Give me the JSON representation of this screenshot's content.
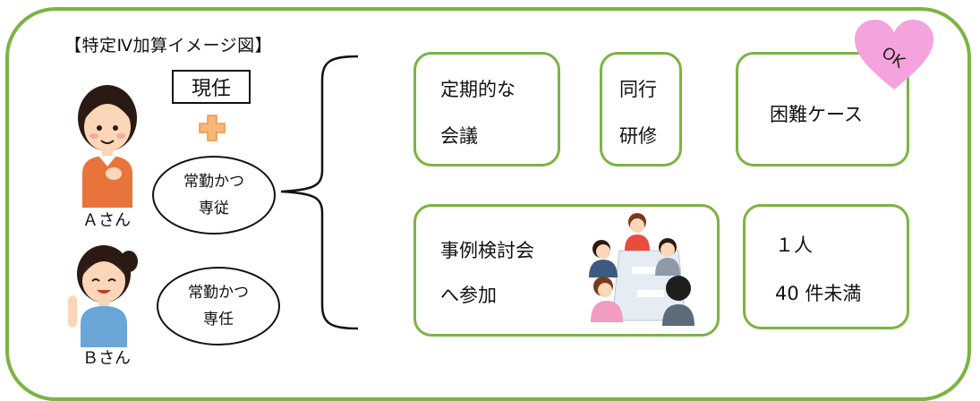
{
  "title": "【特定Ⅳ加算イメージ図】",
  "current_label": "現任",
  "person_a": {
    "name": "Ａさん",
    "status_lines": [
      "常勤かつ",
      "専従"
    ]
  },
  "person_b": {
    "name": "Ｂさん",
    "status_lines": [
      "常勤かつ",
      "専任"
    ]
  },
  "requirements": {
    "regular_meeting": [
      "定期的な",
      "会議"
    ],
    "accompanied_training": [
      "同行",
      "研修"
    ],
    "difficult_cases": "困難ケース",
    "case_conference": [
      "事例検討会",
      "へ参加"
    ],
    "caseload": [
      "１人",
      "40 件未満"
    ]
  },
  "ok_stamp": "OK",
  "colors": {
    "frame_green": "#7cb342",
    "heart_pink": "#f5a3dc",
    "plus_orange": "#f7b57a",
    "shirt_a": "#e8743b",
    "shirt_b": "#6aa6d8"
  },
  "icons": [
    "plus-icon",
    "heart-icon",
    "person-a-illustration",
    "person-b-illustration",
    "meeting-illustration",
    "brace-icon"
  ]
}
